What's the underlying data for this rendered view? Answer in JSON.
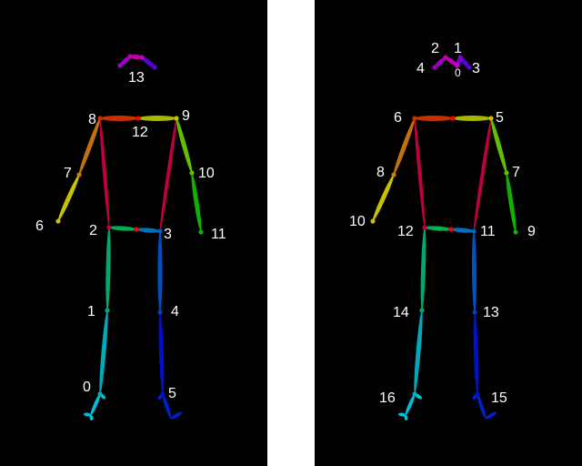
{
  "colors": {
    "background": "#000000",
    "separator": "#ffffff",
    "label": "#ffffff"
  },
  "left_skeleton": {
    "keypoint_labels": [
      "0",
      "1",
      "2",
      "3",
      "4",
      "5",
      "6",
      "7",
      "8",
      "9",
      "10",
      "11",
      "12",
      "13"
    ]
  },
  "right_skeleton": {
    "keypoint_labels": [
      "0",
      "1",
      "2",
      "3",
      "4",
      "5",
      "6",
      "7",
      "8",
      "9",
      "10",
      "11",
      "12",
      "13",
      "14",
      "15",
      "16"
    ]
  }
}
